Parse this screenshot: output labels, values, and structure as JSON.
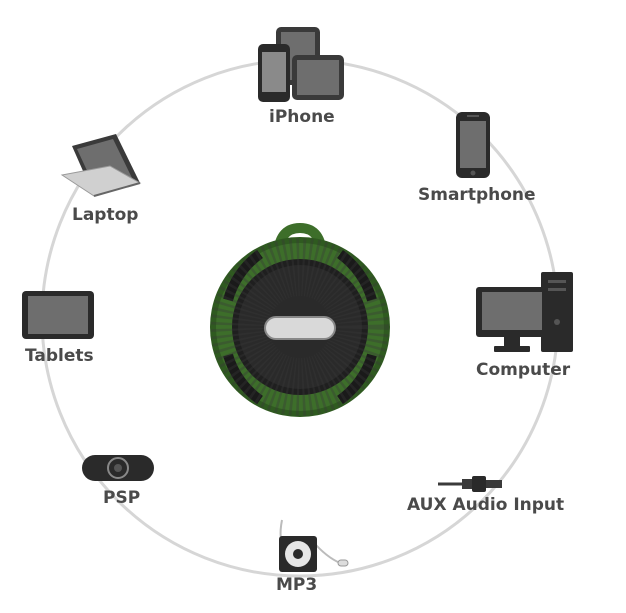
{
  "devices": [
    {
      "id": "iphone",
      "label": "iPhone",
      "icon": "phone-tablet-icon"
    },
    {
      "id": "smartphone",
      "label": "Smartphone",
      "icon": "smartphone-icon"
    },
    {
      "id": "computer",
      "label": "Computer",
      "icon": "desktop-computer-icon"
    },
    {
      "id": "aux",
      "label": "AUX Audio Input",
      "icon": "audio-jack-icon"
    },
    {
      "id": "mp3",
      "label": "MP3",
      "icon": "mp3-player-icon"
    },
    {
      "id": "psp",
      "label": "PSP",
      "icon": "psp-console-icon"
    },
    {
      "id": "tablets",
      "label": "Tablets",
      "icon": "tablet-icon"
    },
    {
      "id": "laptop",
      "label": "Laptop",
      "icon": "laptop-icon"
    }
  ],
  "center": {
    "icon": "bluetooth-speaker-icon"
  },
  "colors": {
    "ring": "#d6d6d6",
    "label": "#4a4a4a",
    "device_dark": "#3a3a3a",
    "screen": "#6e6e6e",
    "speaker_green": "#3d6e2a",
    "speaker_grille": "#1f1f1f"
  }
}
